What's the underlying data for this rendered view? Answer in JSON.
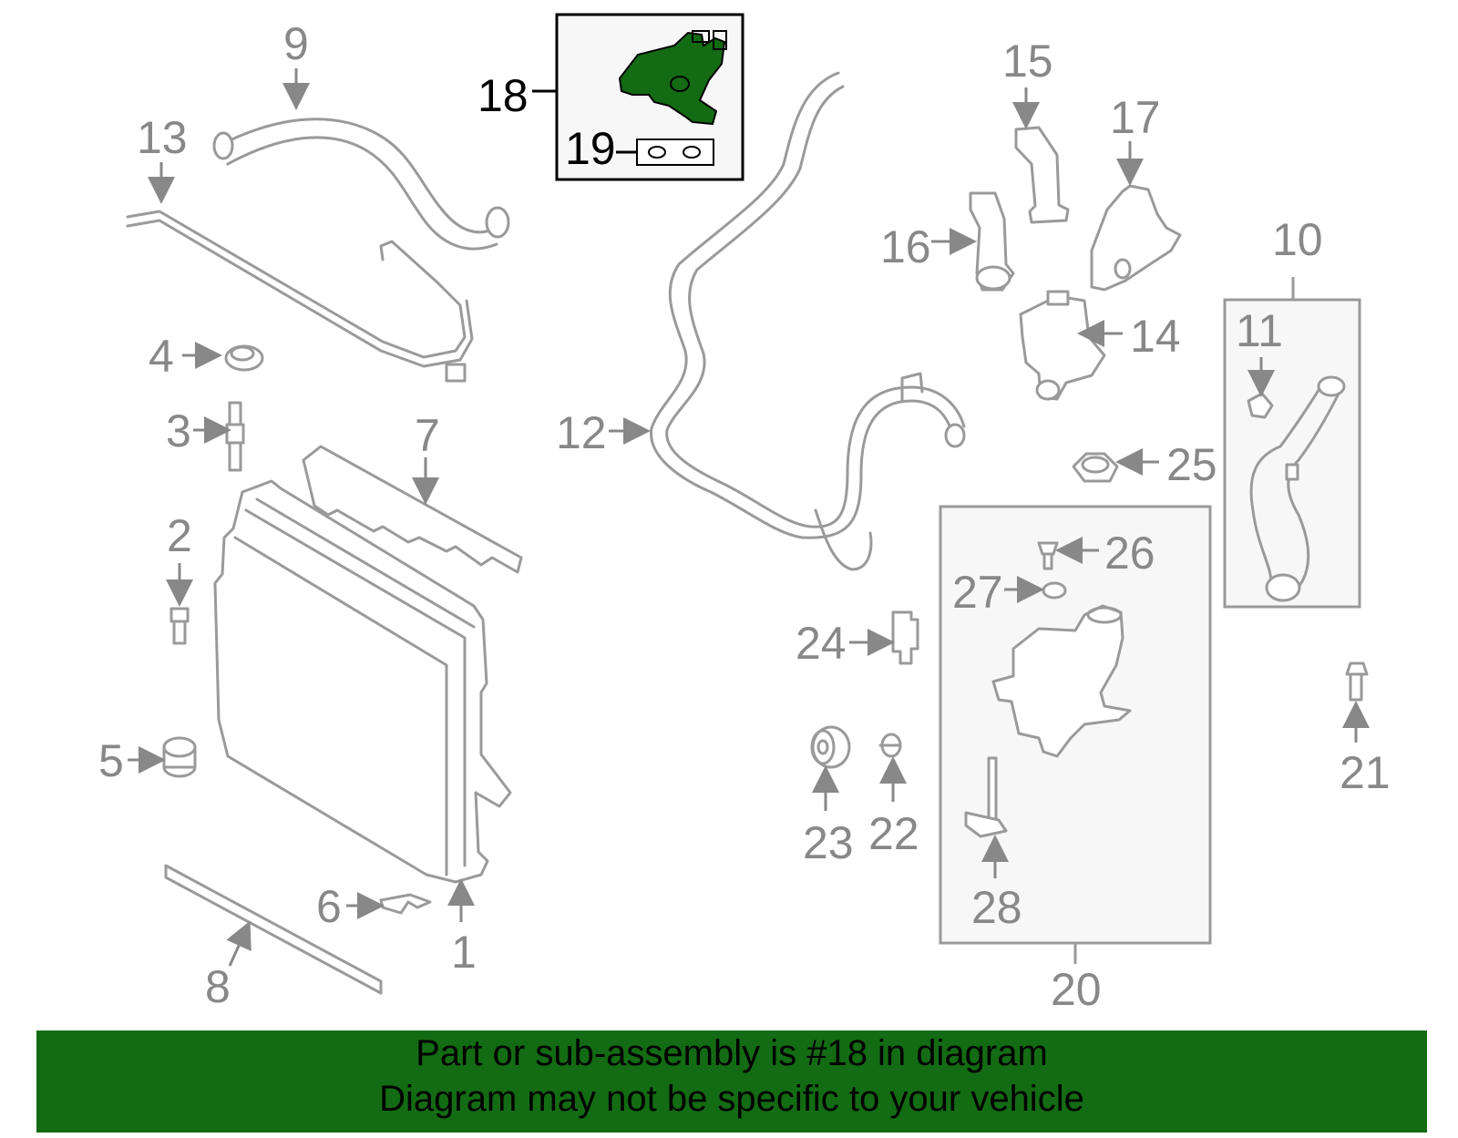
{
  "highlight_color": "#136b13",
  "labels": {
    "n1": "1",
    "n2": "2",
    "n3": "3",
    "n4": "4",
    "n5": "5",
    "n6": "6",
    "n7": "7",
    "n8": "8",
    "n9": "9",
    "n10": "10",
    "n11": "11",
    "n12": "12",
    "n13": "13",
    "n14": "14",
    "n15": "15",
    "n16": "16",
    "n17": "17",
    "n18": "18",
    "n19": "19",
    "n20": "20",
    "n21": "21",
    "n22": "22",
    "n23": "23",
    "n24": "24",
    "n25": "25",
    "n26": "26",
    "n27": "27",
    "n28": "28"
  },
  "banner": {
    "line1": "Part or sub-assembly is #18 in diagram",
    "line2": "Diagram may not be specific to your vehicle"
  }
}
